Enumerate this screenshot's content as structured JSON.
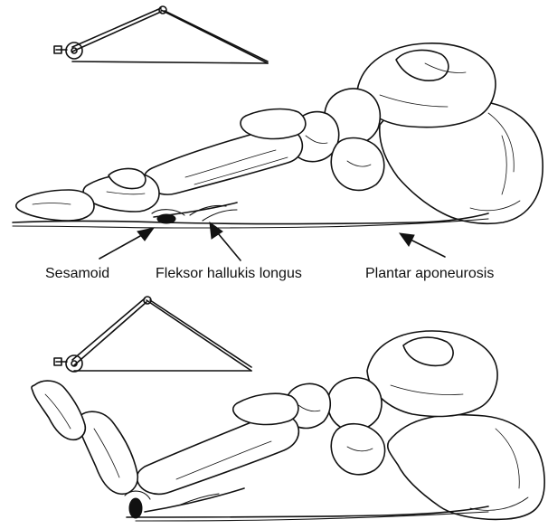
{
  "labels": {
    "sesamoid": "Sesamoid",
    "flexor": "Fleksor hallukis longus",
    "plantar": "Plantar aponeurosis"
  },
  "colors": {
    "ink": "#111111",
    "background": "#ffffff"
  }
}
